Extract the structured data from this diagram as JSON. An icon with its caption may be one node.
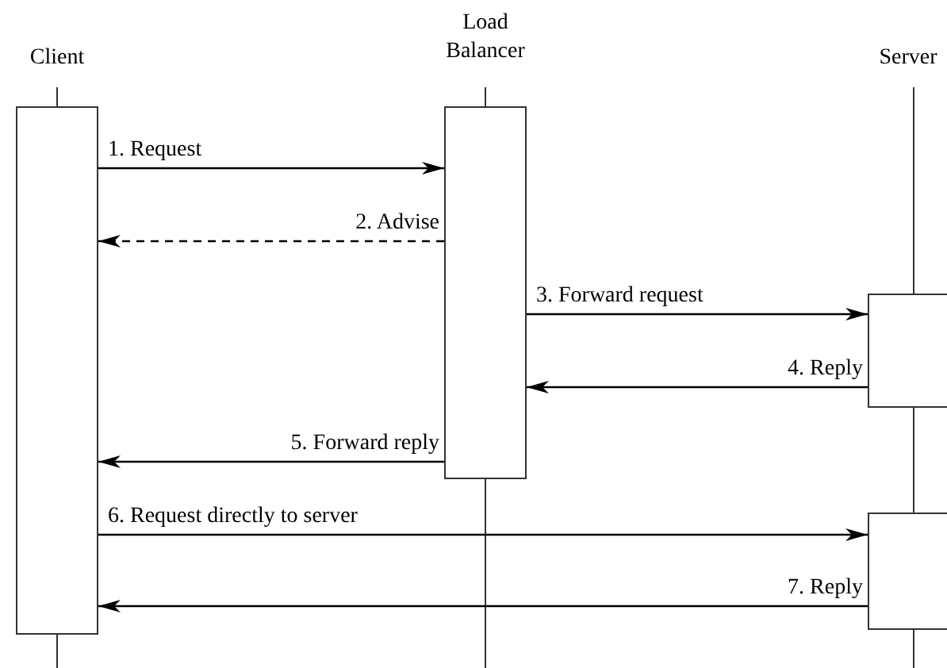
{
  "diagram": {
    "nodes": [
      {
        "text": [
          "Client"
        ]
      },
      {
        "text": [
          "Load Balancer"
        ]
      },
      {
        "text": [],
        "shape": "box"
      },
      {
        "text": [],
        "shape": "box"
      }
    ],
    "labels": [
      "Server"
    ],
    "edges": [
      {
        "from": 0,
        "to": 1,
        "arrow": "to",
        "label": "1. Request"
      },
      {
        "from": 1,
        "to": 0,
        "arrow": "to",
        "label": "2. Advise",
        "style": "dashed"
      },
      {
        "from": 1,
        "to": 2,
        "arrow": "to",
        "label": "3. Forward request"
      },
      {
        "from": 2,
        "to": 1,
        "arrow": "to",
        "label": "4. Reply"
      },
      {
        "from": 1,
        "to": 0,
        "arrow": "to",
        "label": "5. Forward reply"
      },
      {
        "from": 0,
        "to": 3,
        "arrow": "to",
        "label": "6. Request directly to server"
      },
      {
        "from": 3,
        "to": 0,
        "arrow": "to",
        "label": "7. Reply"
      }
    ]
  }
}
